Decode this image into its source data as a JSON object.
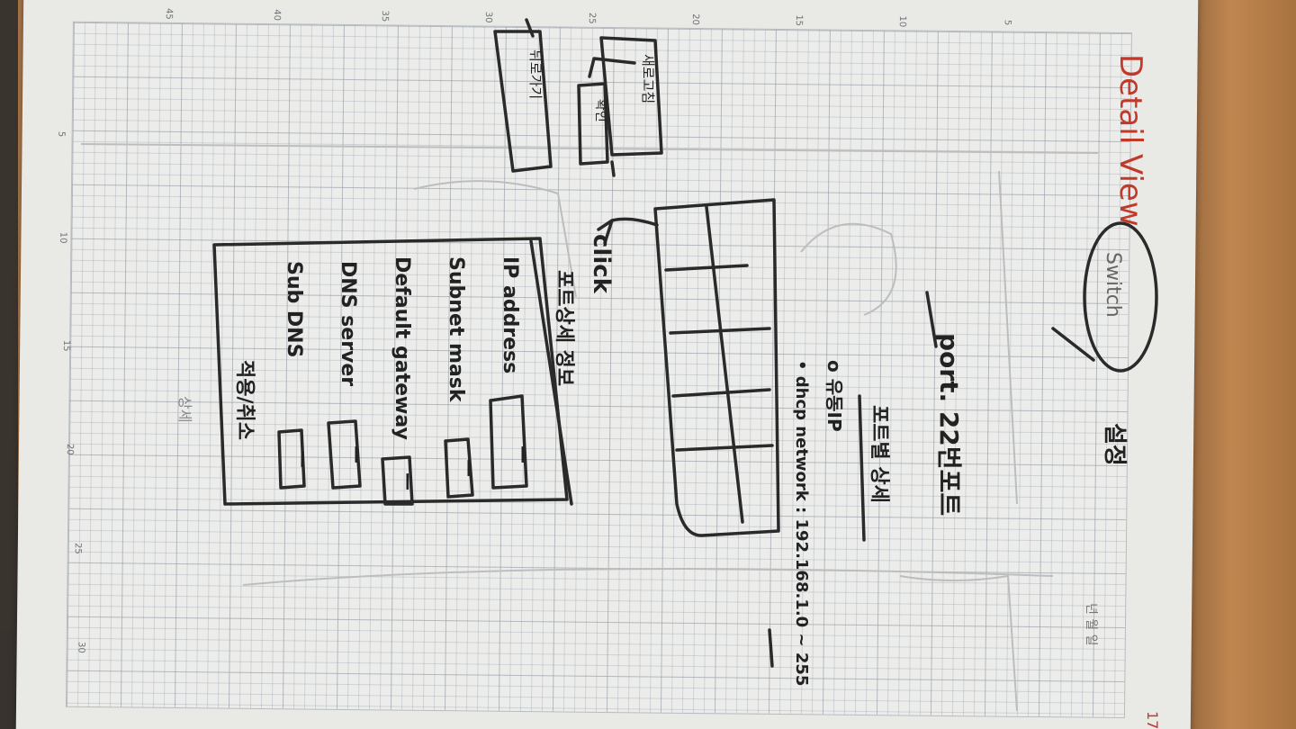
{
  "sketch": {
    "corner_note": "Detail View",
    "circle_label": "Switch",
    "side_label": "설정",
    "port_line": "port. 22번포트",
    "section_title": "포트별 상세",
    "option_1": "o 유동IP",
    "option_2": "• dhcp network : 192.168.1.0 ~ 255",
    "click_label": "click",
    "panel_title": "포트상세 정보",
    "fields": [
      {
        "label": "IP address",
        "value": "—"
      },
      {
        "label": "Subnet mask",
        "value": "—"
      },
      {
        "label": "Default gateway",
        "value": "—"
      },
      {
        "label": "DNS server",
        "value": "—"
      },
      {
        "label": "Sub DNS",
        "value": "—"
      }
    ],
    "bottom_label": "적용/취소",
    "btn_refresh": "새로고침",
    "btn_back": "뒤로가기",
    "btn_ok": "확인",
    "date_marks": "년 월 일",
    "page_number": "17",
    "under_label": "상세"
  }
}
